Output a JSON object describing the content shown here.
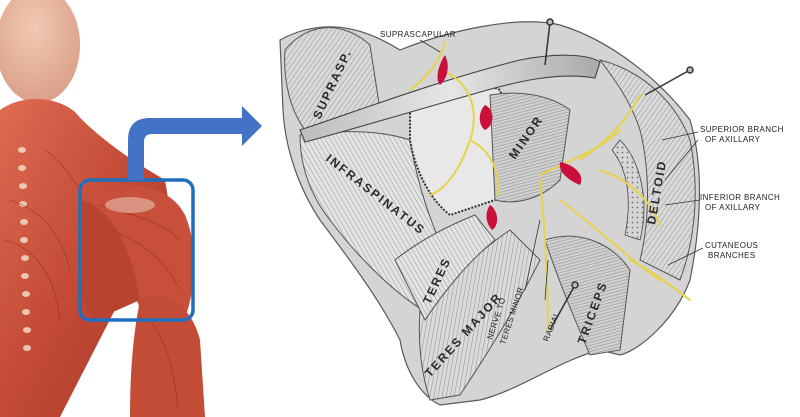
{
  "labels": {
    "suprascapular": "SUPRASCAPULAR",
    "superior_branch": "SUPERIOR BRANCH",
    "of_axillary_1": "OF AXILLARY",
    "inferior_branch": "INFERIOR BRANCH",
    "of_axillary_2": "OF AXILLARY",
    "cutaneous": "CUTANEOUS",
    "branches": "BRANCHES",
    "nerve_to": "NERVE TO",
    "teres_minor_nerve": "TERES MINOR",
    "radial": "RADIAL"
  },
  "muscles": {
    "suprasp": "SUPRASP.",
    "infraspinatus": "INFRASPINATUS",
    "minor": "MINOR",
    "teres": "TERES",
    "teres_major": "TERES MAJOR",
    "deltoid": "DELTOID",
    "triceps": "TRICEPS"
  },
  "colors": {
    "highlight_box": "#1f6fc0",
    "arrow": "#4472c4",
    "muscle_red": "#c0392b",
    "nerve_yellow": "#e8d24a",
    "vessel_red": "#c8102e"
  }
}
